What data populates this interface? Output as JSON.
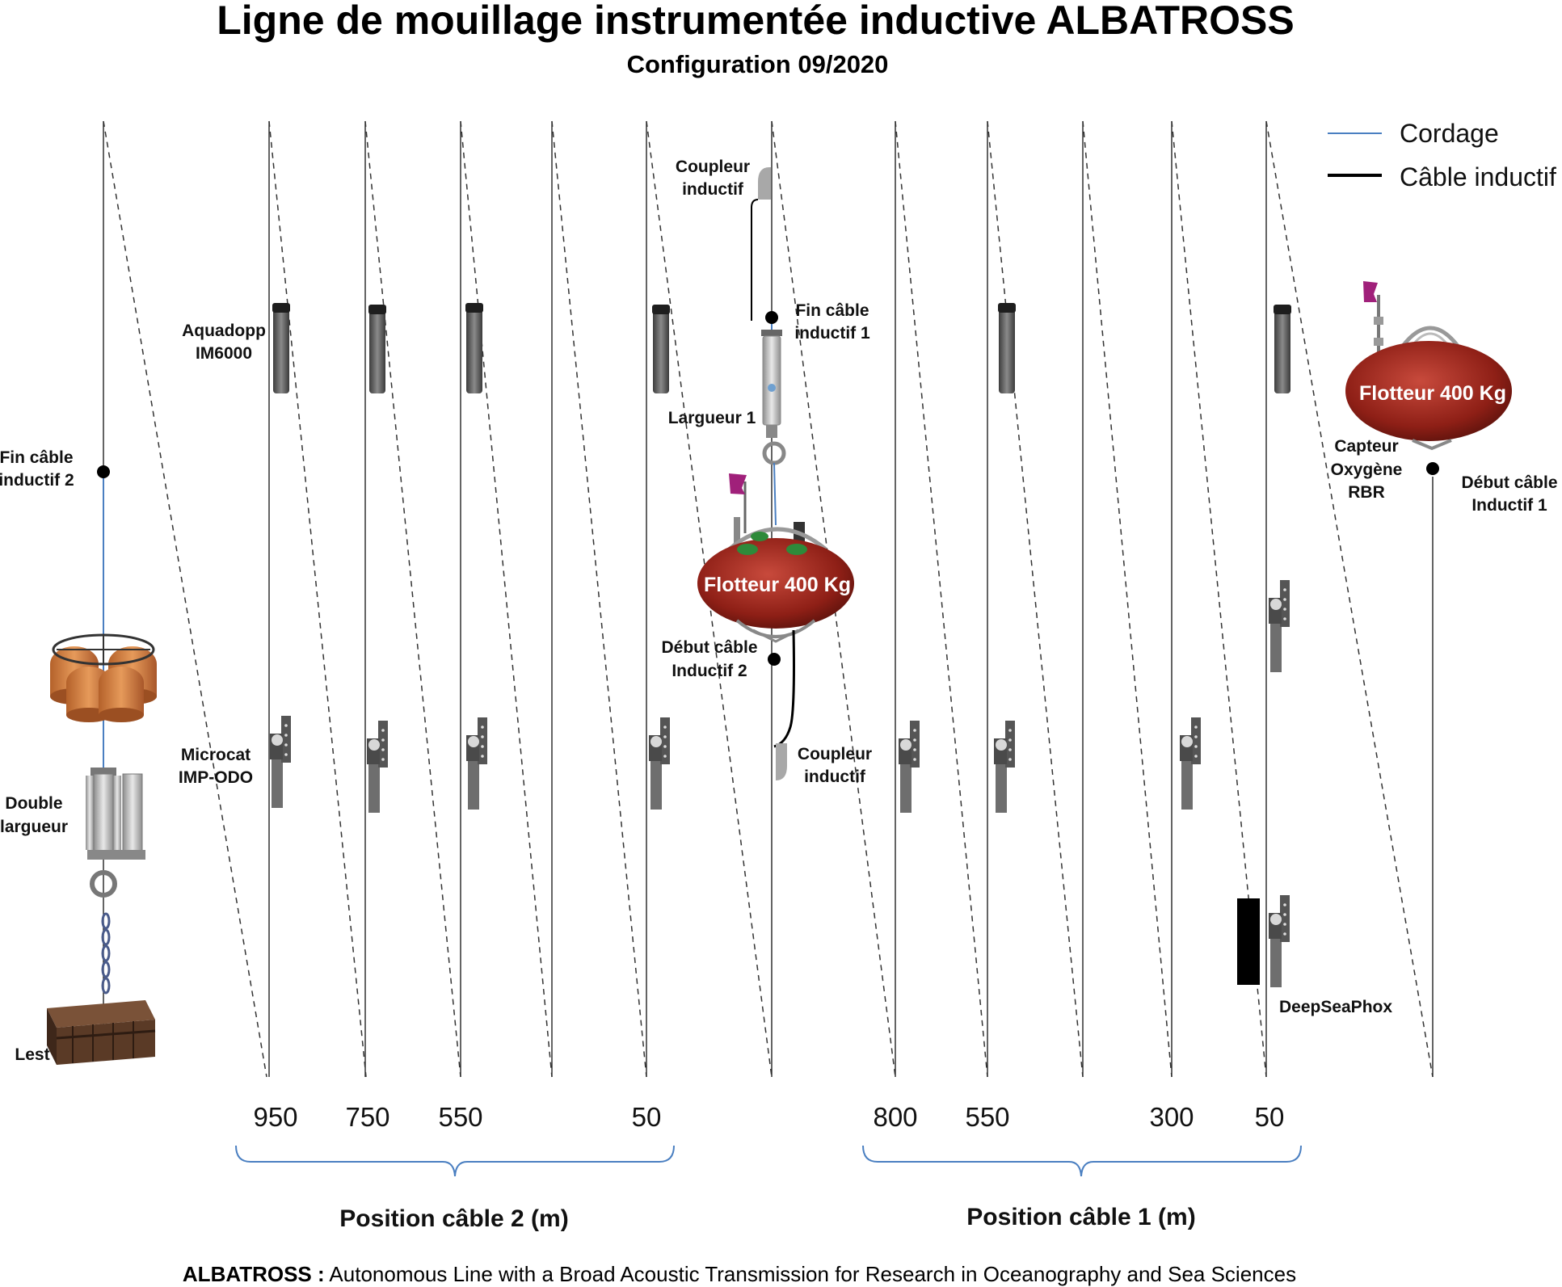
{
  "title": "Ligne de mouillage instrumentée inductive ALBATROSS",
  "subtitle": "Configuration 09/2020",
  "legend": [
    {
      "label": "Cordage",
      "color": "#4a7fc1"
    },
    {
      "label": "Câble inductif",
      "color": "#000000"
    }
  ],
  "labels": {
    "fin_cable_2": [
      "Fin câble",
      "inductif 2"
    ],
    "aquadopp": [
      "Aquadopp",
      "IM6000"
    ],
    "microcat": [
      "Microcat",
      "IMP-ODO"
    ],
    "double_largueur": [
      "Double",
      "largueur"
    ],
    "lest": "Lest",
    "coupleur_top": [
      "Coupleur",
      "inductif"
    ],
    "fin_cable_1": [
      "Fin câble",
      "inductif 1"
    ],
    "largueur_1": "Largueur 1",
    "debut_cable_2": [
      "Début câble",
      "Inductif 2"
    ],
    "coupleur_bottom": [
      "Coupleur",
      "inductif"
    ],
    "capteur_oxygene": [
      "Capteur",
      "Oxygène",
      "RBR"
    ],
    "debut_cable_1": [
      "Début câble",
      "Inductif 1"
    ],
    "deepseaphox": "DeepSeaPhox",
    "flotteur_mid": "Flotteur 400 Kg",
    "flotteur_right": "Flotteur 400 Kg"
  },
  "positions_cable_2": [
    "950",
    "750",
    "550",
    "50"
  ],
  "positions_cable_1": [
    "800",
    "550",
    "300",
    "50"
  ],
  "axis_cable_2": "Position câble 2 (m)",
  "axis_cable_1": "Position câble 1 (m)",
  "footer": {
    "bold": "ALBATROSS :",
    "text": " Autonomous Line with a Broad Acoustic Transmission for Research in Oceanography and Sea Sciences"
  },
  "colors": {
    "buoy_red": "#a8281e",
    "float_orange": "#d9843f",
    "ballast_brown": "#5a3a26",
    "flag_magenta": "#a0207a",
    "instrument_gray": "#5c5c5c",
    "bracket_blue": "#4a7fc1"
  }
}
